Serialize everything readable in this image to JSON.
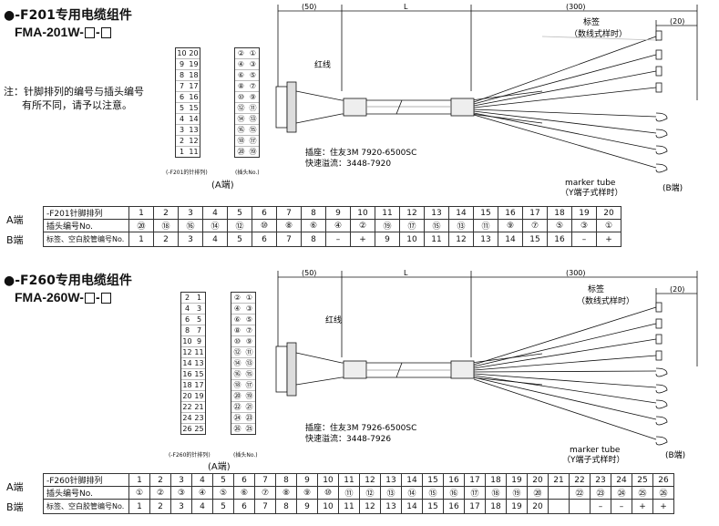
{
  "sec1": {
    "title": "●-F201专用电缆组件",
    "model": "FMA-201W-",
    "model_sep": "-",
    "note_line1": "注：针脚排列的编号与插头编号",
    "note_line2": "有所不同，请予以注意。",
    "red_wire": "红线",
    "socket": "插座：住友3M 7920-6500SC",
    "quick": "快速溢流：3448-7920",
    "dim_50": "(50)",
    "dim_L": "L",
    "dim_300": "(300)",
    "dim_20": "(20)",
    "tag1": "标签",
    "tag2": "（数线式样时）",
    "marker1": "marker tube",
    "marker2": "（Y端子式样时）",
    "b_end": "(B端)",
    "a_end": "(A端)",
    "cap_left": "(-F201的针排列)",
    "cap_right": "(插头No.)",
    "pin_left": [
      [
        "10",
        "20"
      ],
      [
        "9",
        "19"
      ],
      [
        "8",
        "18"
      ],
      [
        "7",
        "17"
      ],
      [
        "6",
        "16"
      ],
      [
        "5",
        "15"
      ],
      [
        "4",
        "14"
      ],
      [
        "3",
        "13"
      ],
      [
        "2",
        "12"
      ],
      [
        "1",
        "11"
      ]
    ],
    "pin_right": [
      [
        "②",
        "①"
      ],
      [
        "④",
        "③"
      ],
      [
        "⑥",
        "⑤"
      ],
      [
        "⑧",
        "⑦"
      ],
      [
        "⑩",
        "⑨"
      ],
      [
        "⑫",
        "⑪"
      ],
      [
        "⑭",
        "⑬"
      ],
      [
        "⑯",
        "⑮"
      ],
      [
        "⑱",
        "⑰"
      ],
      [
        "⑳",
        "⑲"
      ]
    ],
    "table": {
      "a_end": "A端",
      "b_end": "B端",
      "row1_label": "-F201针脚排列",
      "row2_label": "插头编号No.",
      "row3_label": "标签、空白胶管编号No.",
      "row1": [
        "1",
        "2",
        "3",
        "4",
        "5",
        "6",
        "7",
        "8",
        "9",
        "10",
        "11",
        "12",
        "13",
        "14",
        "15",
        "16",
        "17",
        "18",
        "19",
        "20"
      ],
      "row2": [
        "⑳",
        "⑱",
        "⑯",
        "⑭",
        "⑫",
        "⑩",
        "⑧",
        "⑥",
        "④",
        "②",
        "⑲",
        "⑰",
        "⑮",
        "⑬",
        "⑪",
        "⑨",
        "⑦",
        "⑤",
        "③",
        "①"
      ],
      "row3": [
        "1",
        "2",
        "3",
        "4",
        "5",
        "6",
        "7",
        "8",
        "–",
        "+",
        "9",
        "10",
        "11",
        "12",
        "13",
        "14",
        "15",
        "16",
        "–",
        "+"
      ]
    }
  },
  "sec2": {
    "title": "●-F260专用电缆组件",
    "model": "FMA-260W-",
    "model_sep": "-",
    "red_wire": "红线",
    "socket": "插座：住友3M 7926-6500SC",
    "quick": "快速溢流：3448-7926",
    "dim_50": "(50)",
    "dim_L": "L",
    "dim_300": "(300)",
    "dim_20": "(20)",
    "tag1": "标签",
    "tag2": "（数线式样时）",
    "marker1": "marker tube",
    "marker2": "（Y端子式样时）",
    "b_end": "(B端)",
    "a_end": "(A端)",
    "cap_left": "(-F260的针排列)",
    "cap_right": "(插头No.)",
    "pin_left": [
      [
        "2",
        "1"
      ],
      [
        "4",
        "3"
      ],
      [
        "6",
        "5"
      ],
      [
        "8",
        "7"
      ],
      [
        "10",
        "9"
      ],
      [
        "12",
        "11"
      ],
      [
        "14",
        "13"
      ],
      [
        "16",
        "15"
      ],
      [
        "18",
        "17"
      ],
      [
        "20",
        "19"
      ],
      [
        "22",
        "21"
      ],
      [
        "24",
        "23"
      ],
      [
        "26",
        "25"
      ]
    ],
    "pin_right": [
      [
        "②",
        "①"
      ],
      [
        "④",
        "③"
      ],
      [
        "⑥",
        "⑤"
      ],
      [
        "⑧",
        "⑦"
      ],
      [
        "⑩",
        "⑨"
      ],
      [
        "⑫",
        "⑪"
      ],
      [
        "⑭",
        "⑬"
      ],
      [
        "⑯",
        "⑮"
      ],
      [
        "⑱",
        "⑰"
      ],
      [
        "⑳",
        "⑲"
      ],
      [
        "㉒",
        "㉑"
      ],
      [
        "㉔",
        "㉓"
      ],
      [
        "㉖",
        "㉕"
      ]
    ],
    "table": {
      "a_end": "A端",
      "b_end": "B端",
      "row1_label": "-F260针脚排列",
      "row2_label": "插头编号No.",
      "row3_label": "标签、空白胶管编号No.",
      "row1": [
        "1",
        "2",
        "3",
        "4",
        "5",
        "6",
        "7",
        "8",
        "9",
        "10",
        "11",
        "12",
        "13",
        "14",
        "15",
        "16",
        "17",
        "18",
        "19",
        "20",
        "21",
        "22",
        "23",
        "24",
        "25",
        "26"
      ],
      "row2": [
        "①",
        "②",
        "③",
        "④",
        "⑤",
        "⑥",
        "⑦",
        "⑧",
        "⑨",
        "⑩",
        "⑪",
        "⑫",
        "⑬",
        "⑭",
        "⑮",
        "⑯",
        "⑰",
        "⑱",
        "⑲",
        "⑳",
        "",
        "㉒",
        "㉓",
        "㉔",
        "㉕",
        "㉖"
      ],
      "row3": [
        "1",
        "2",
        "3",
        "4",
        "5",
        "6",
        "7",
        "8",
        "9",
        "10",
        "11",
        "12",
        "13",
        "14",
        "15",
        "16",
        "17",
        "18",
        "19",
        "20",
        "",
        "",
        "–",
        "–",
        "+",
        "+"
      ]
    }
  }
}
